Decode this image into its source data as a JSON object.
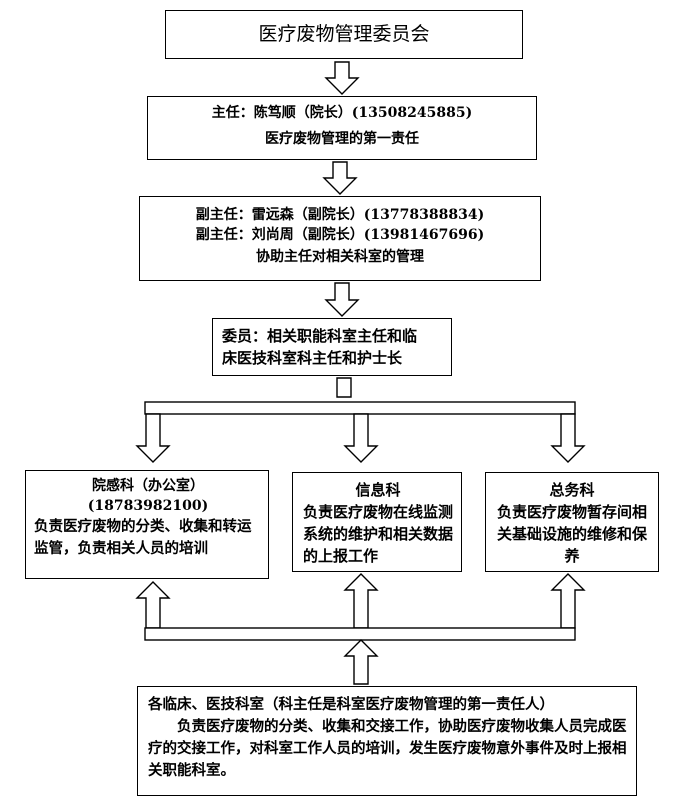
{
  "committee": {
    "title": "医疗废物管理委员会"
  },
  "director": {
    "line1": "主任：陈笃顺（院长）(13508245885)",
    "line2": "医疗废物管理的第一责任"
  },
  "deputy": {
    "line1": "副主任：雷远森（副院长）(13778388834)",
    "line2": "副主任：刘尚周（副院长）(13981467696)",
    "line3": "协助主任对相关科室的管理"
  },
  "members": {
    "line1": "委员：相关职能科室主任和临",
    "line2": "床医技科室科主任和护士长"
  },
  "infection_dept": {
    "name": "院感科（办公室）",
    "phone": "(18783982100)",
    "duty": "负责医疗废物的分类、收集和转运监管，负责相关人员的培训"
  },
  "info_dept": {
    "name": "信息科",
    "duty": "负责医疗废物在线监测系统的维护和相关数据的上报工作"
  },
  "general_dept": {
    "name": "总务科",
    "duty": "负责医疗废物暂存间相关基础设施的维修和保养"
  },
  "clinical_depts": {
    "title": "各临床、医技科室（科主任是科室医疗废物管理的第一责任人）",
    "duty": "负责医疗废物的分类、收集和交接工作，协助医疗废物收集人员完成医疗的交接工作，对科室工作人员的培训，发生医疗废物意外事件及时上报相关职能科室。"
  }
}
